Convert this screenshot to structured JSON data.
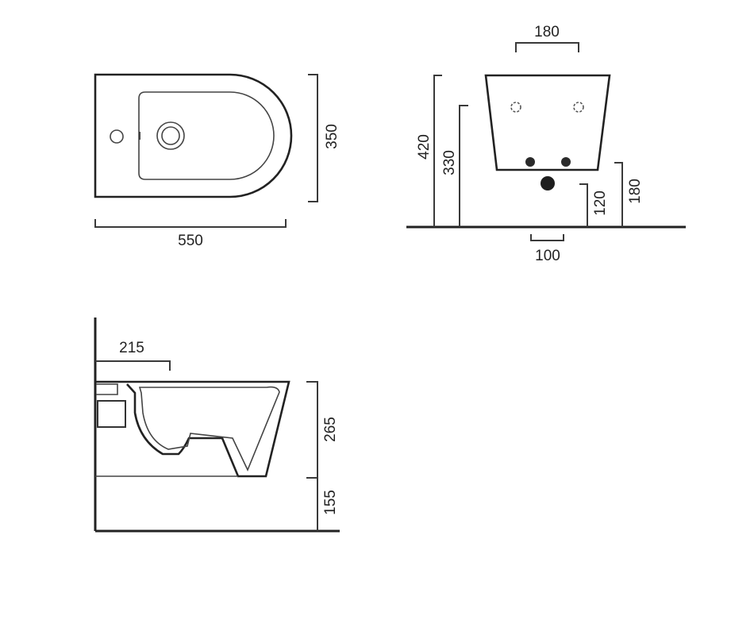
{
  "colors": {
    "line": "#3a3a3a",
    "fixture_outline": "#222222",
    "dark_fitting": "#2a2a2a",
    "text": "#222222",
    "background": "#ffffff"
  },
  "views": {
    "top": {
      "width_label": "550",
      "depth_label": "350"
    },
    "front": {
      "bracket_spacing_label": "180",
      "total_height_label": "420",
      "mount_height_label": "330",
      "drain_height_label": "120",
      "bottom_height_label": "180",
      "drain_offset_label": "100"
    },
    "side": {
      "tap_offset_label": "215",
      "bowl_height_label": "265",
      "floor_clearance_label": "155"
    }
  }
}
